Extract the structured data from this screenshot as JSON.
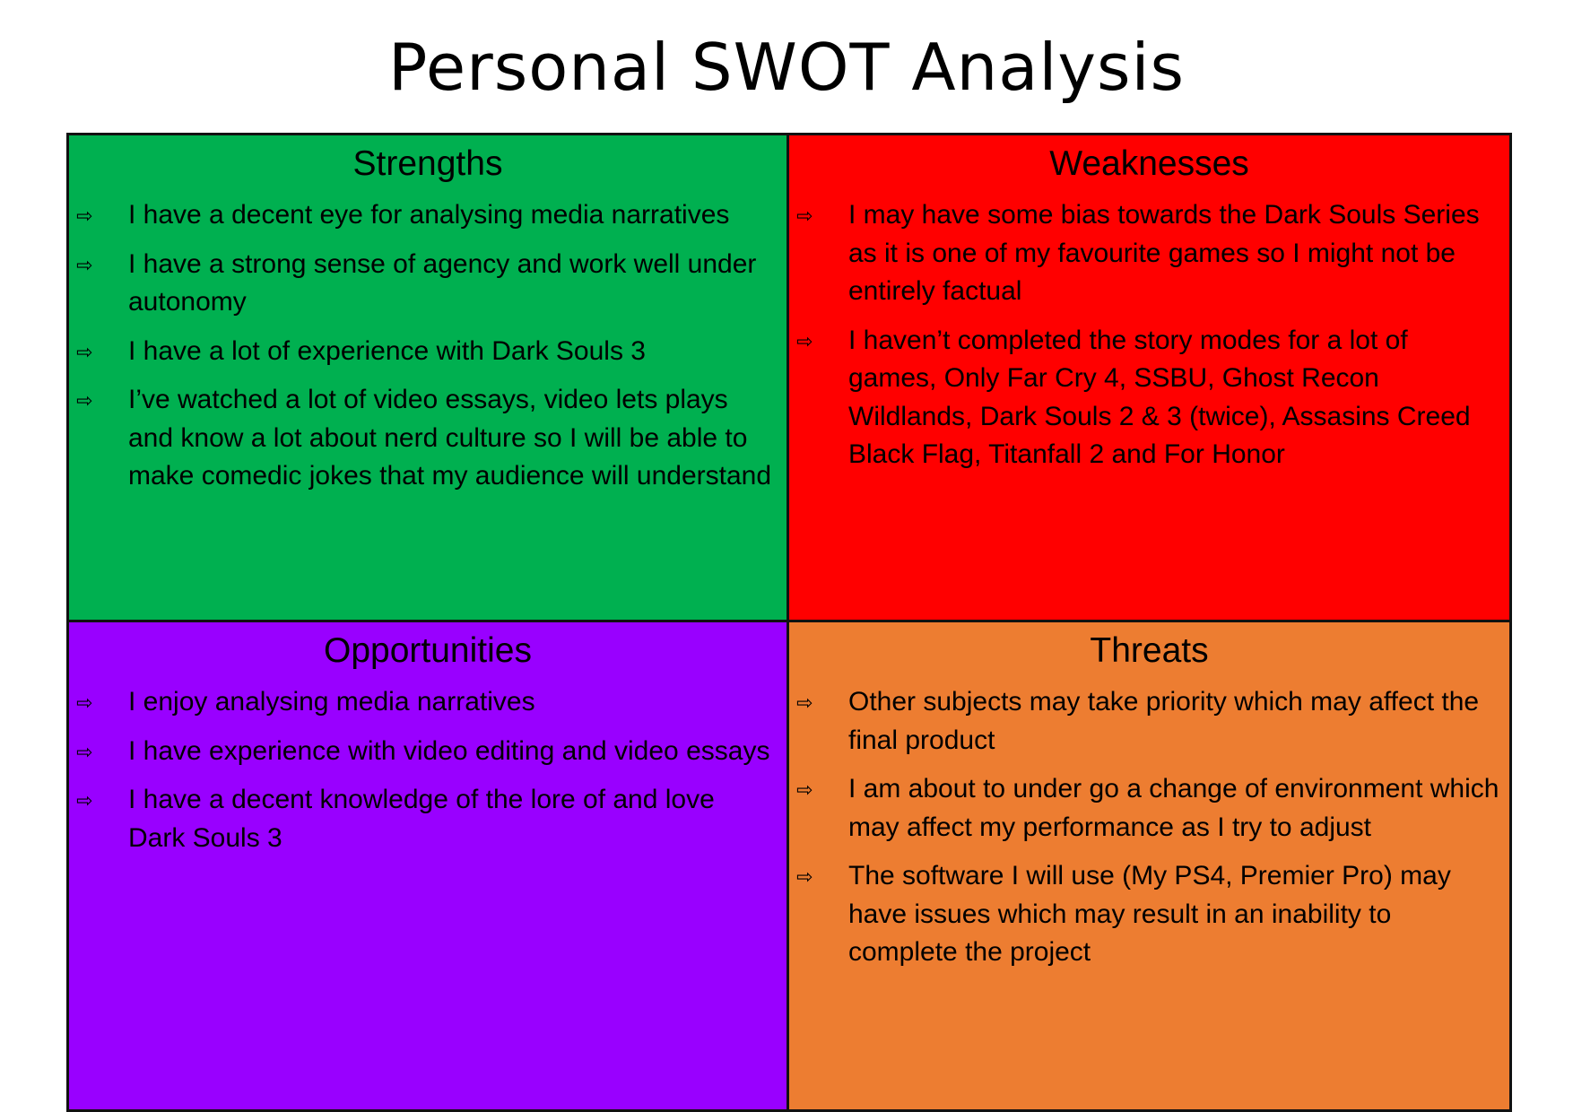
{
  "title": "Personal SWOT Analysis",
  "bullet_icon_name": "double-arrow-right-icon",
  "bullet_glyph": "⇨",
  "colors": {
    "strengths": "#00b050",
    "weaknesses": "#ff0000",
    "opportunities": "#9900ff",
    "threats": "#ed7d31",
    "border": "#111111"
  },
  "quadrants": [
    {
      "key": "strengths",
      "title": "Strengths",
      "items": [
        "I have a decent eye for analysing media narratives",
        "I have a strong sense of agency and work well under autonomy",
        "I have a lot of experience with Dark Souls 3",
        "I’ve watched a lot of video essays, video lets plays and know a lot about nerd culture so I will be able to make comedic jokes that my audience will understand"
      ]
    },
    {
      "key": "weaknesses",
      "title": "Weaknesses",
      "items": [
        "I may have some bias towards the Dark Souls Series as it is one of my favourite games so I might not be entirely factual",
        "I haven’t completed the story modes for a lot of games, Only Far Cry 4, SSBU, Ghost Recon Wildlands, Dark Souls 2 & 3 (twice), Assasins Creed Black Flag, Titanfall 2 and For Honor"
      ]
    },
    {
      "key": "opportunities",
      "title": "Opportunities",
      "items": [
        "I enjoy analysing media narratives",
        "I have experience with video editing and video essays",
        "I have a decent knowledge of the lore of and love Dark Souls 3"
      ]
    },
    {
      "key": "threats",
      "title": "Threats",
      "items": [
        "Other subjects may take priority which may affect the final product",
        "I am about to under go a change of environment which may affect my performance as I try to adjust",
        "The software I will use (My PS4, Premier Pro) may have issues which may result in an inability to complete the project"
      ]
    }
  ]
}
